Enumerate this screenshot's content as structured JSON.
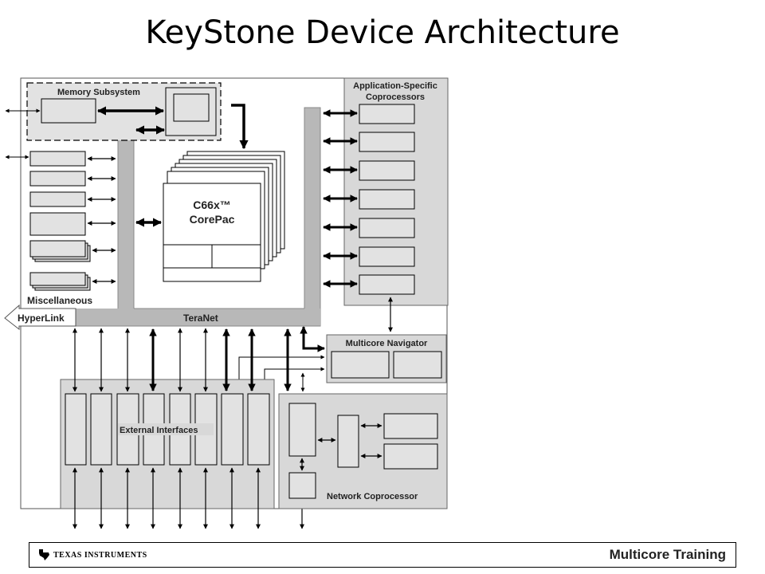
{
  "slide": {
    "title": "KeyStone Device Architecture"
  },
  "diagram": {
    "memory_subsystem": "Memory Subsystem",
    "app_coprocessors_line1": "Application-Specific",
    "app_coprocessors_line2": "Coprocessors",
    "corepac_line1": "C66x™",
    "corepac_line2": "CorePac",
    "miscellaneous": "Miscellaneous",
    "hyperlink": "HyperLink",
    "teranet": "TeraNet",
    "multicore_navigator": "Multicore Navigator",
    "external_interfaces": "External Interfaces",
    "network_coprocessor": "Network Coprocessor"
  },
  "footer": {
    "company": "TEXAS INSTRUMENTS",
    "training": "Multicore Training",
    "logo_icon": "texas-state-icon"
  }
}
